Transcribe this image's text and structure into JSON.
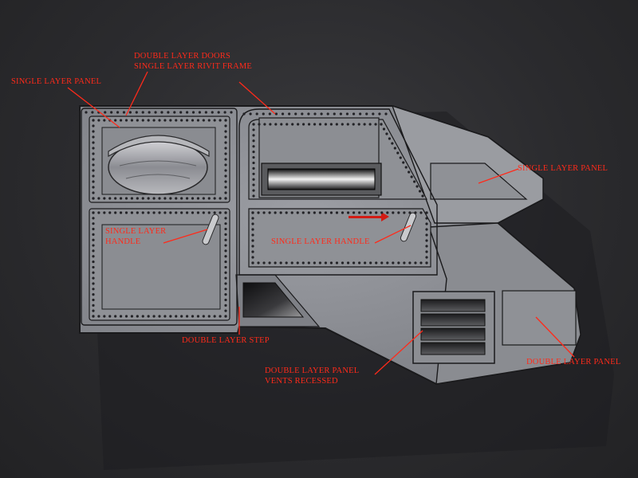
{
  "annotations": {
    "single_layer_panel_left": "SINGLE LAYER PANEL",
    "double_layer_doors": "DOUBLE LAYER DOORS",
    "single_layer_rivit_frame": "SINGLE LAYER RIVIT FRAME",
    "single_layer_panel_right": "SINGLE LAYER PANEL",
    "single_layer_handle_left_1": "SINGLE LAYER",
    "single_layer_handle_left_2": "HANDLE",
    "single_layer_handle_right": "SINGLE LAYER HANDLE",
    "double_layer_step": "DOUBLE LAYER STEP",
    "double_layer_panel_vents_1": "DOUBLE LAYER PANEL",
    "double_layer_panel_vents_2": "VENTS RECESSED",
    "double_layer_panel_right": "DOUBLE LAYER PANEL"
  },
  "colors": {
    "annotation_red": "#ff2a1a",
    "model_gray": "#8d8f95",
    "model_gray_light": "#9a9ca1",
    "outline": "#1a1a1c",
    "rivet": "#222226",
    "background": "#2b2b2e"
  }
}
